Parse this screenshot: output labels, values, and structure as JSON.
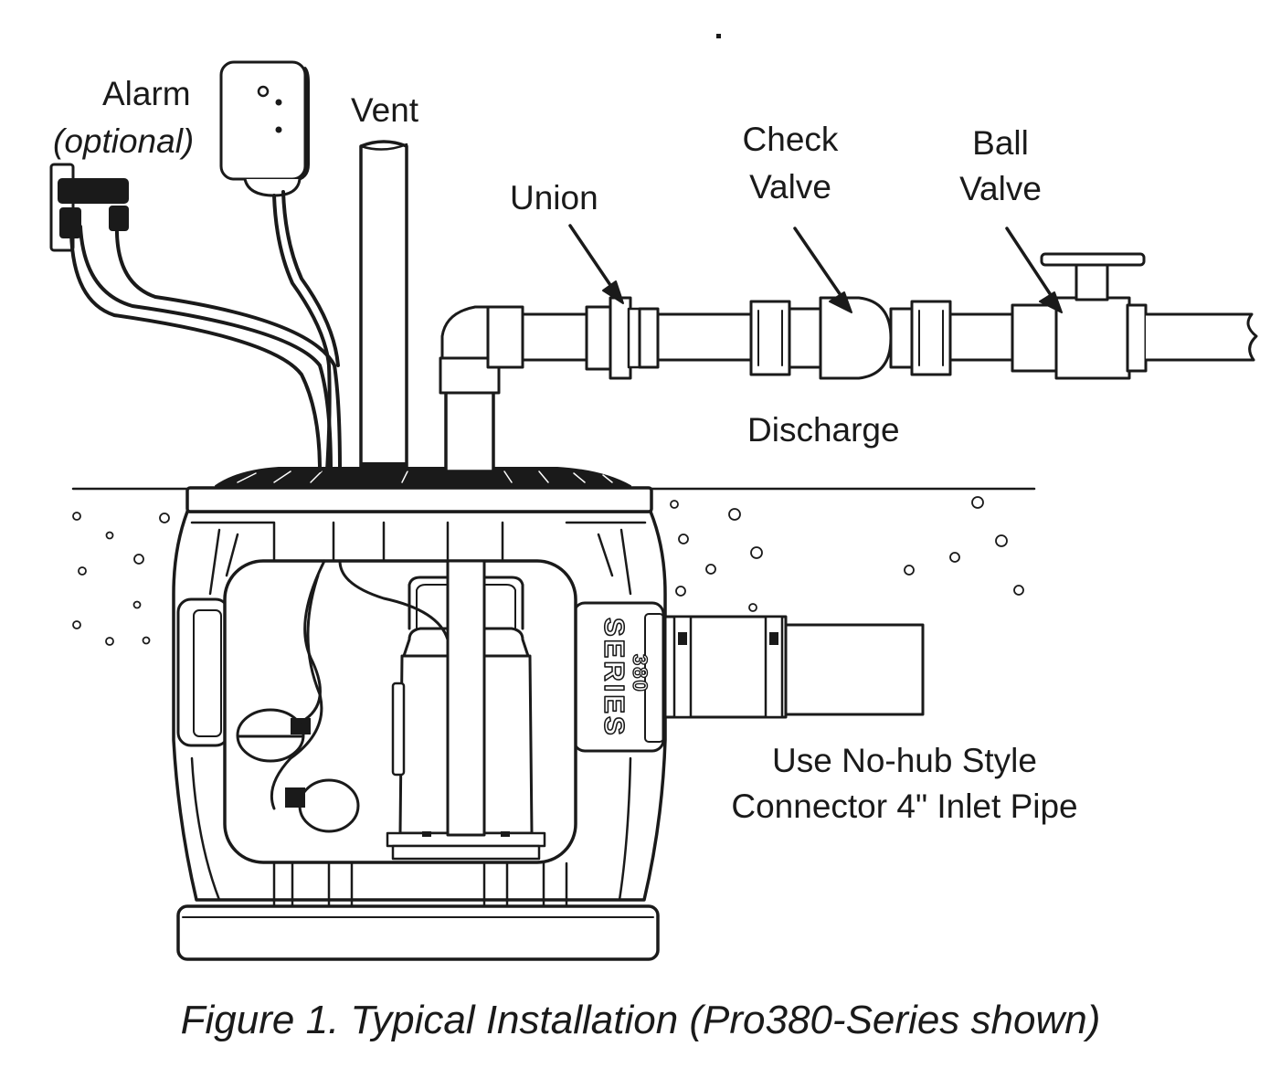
{
  "labels": {
    "alarm": "Alarm",
    "alarm_note": "(optional)",
    "vent": "Vent",
    "union": "Union",
    "check_valve_line1": "Check",
    "check_valve_line2": "Valve",
    "ball_valve_line1": "Ball",
    "ball_valve_line2": "Valve",
    "discharge": "Discharge",
    "inlet_line1": "Use No-hub Style",
    "inlet_line2": "Connector 4\" Inlet Pipe",
    "basin_series": "SERIES",
    "basin_model": "380"
  },
  "caption": "Figure 1. Typical Installation (Pro380-Series shown)",
  "colors": {
    "ink": "#1a1a1a",
    "fill": "#ffffff"
  }
}
